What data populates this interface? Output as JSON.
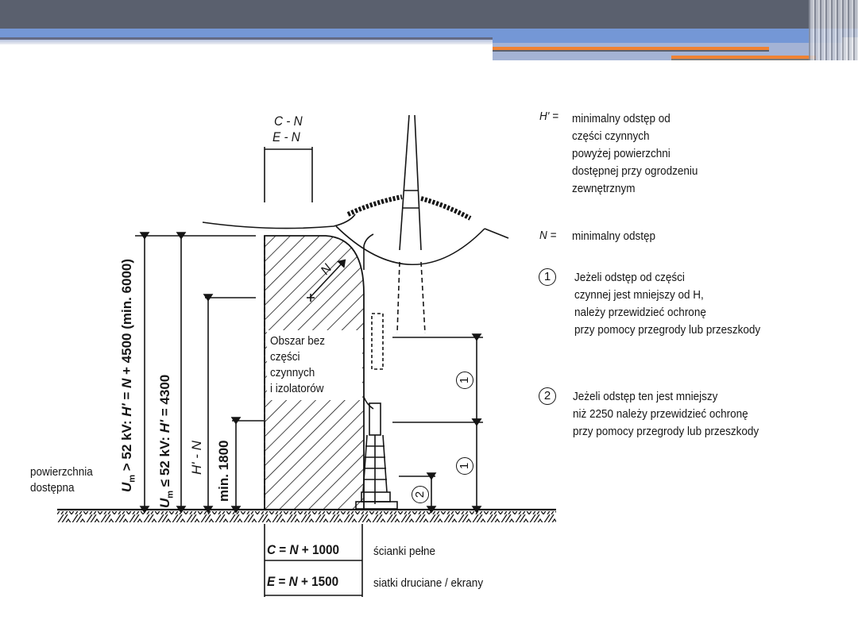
{
  "slide": {
    "header": {
      "bar_color": "#5a606e",
      "accent_blue": "#7497d6",
      "accent_orange": "#f08232"
    }
  },
  "diagram": {
    "top_dims": {
      "line1": "C - N",
      "line2": "E - N"
    },
    "vertical_labels": {
      "um_gt_52": "U_m > 52 kV: H' = N + 4500 (min. 6000)",
      "um_gt_52_parts": {
        "u": "U",
        "sub": "m",
        "rest": " > 52 kV: ",
        "h": "H'",
        "eq": " = ",
        "n": "N",
        "tail": " + 4500 (min. 6000)"
      },
      "um_le_52_parts": {
        "u": "U",
        "sub": "m",
        "rest": " ≤ 52 kV: ",
        "h": "H'",
        "tail": " = 4300"
      },
      "h_minus_n": "H' - N",
      "min_1800": "min. 1800"
    },
    "surface_label": {
      "line1": "powierzchnia",
      "line2": "dostępna"
    },
    "area_label": {
      "line1": "Obszar bez",
      "line2": "części",
      "line3": "czynnych",
      "line4": "i izolatorów"
    },
    "n_arrow_label": "N",
    "zone_markers": {
      "one": "1",
      "two": "2"
    },
    "bottom_table": [
      {
        "formula_var": "C",
        "formula_rest": " = ",
        "formula_n": "N",
        "formula_tail": " + 1000",
        "desc": "ścianki pełne"
      },
      {
        "formula_var": "E",
        "formula_rest": " = ",
        "formula_n": "N",
        "formula_tail": " + 1500",
        "desc": "siatki druciane / ekrany"
      }
    ]
  },
  "legend": {
    "h_def": {
      "symbol": "H' =",
      "lines": [
        "minimalny odstęp od",
        "części czynnych",
        "powyżej powierzchni",
        "dostępnej przy ogrodzeniu",
        "zewnętrznym"
      ]
    },
    "n_def": {
      "symbol": "N =",
      "text": "minimalny odstęp"
    },
    "note1": {
      "marker": "1",
      "lines": [
        "Jeżeli odstęp od części",
        "czynnej jest mniejszy od H,",
        "należy przewidzieć ochronę",
        "przy pomocy przegrody lub przeszkody"
      ]
    },
    "note2": {
      "marker": "2",
      "lines": [
        "Jeżeli odstęp ten jest mniejszy",
        "niż 2250 należy przewidzieć ochronę",
        "przy pomocy przegrody lub przeszkody"
      ]
    }
  }
}
